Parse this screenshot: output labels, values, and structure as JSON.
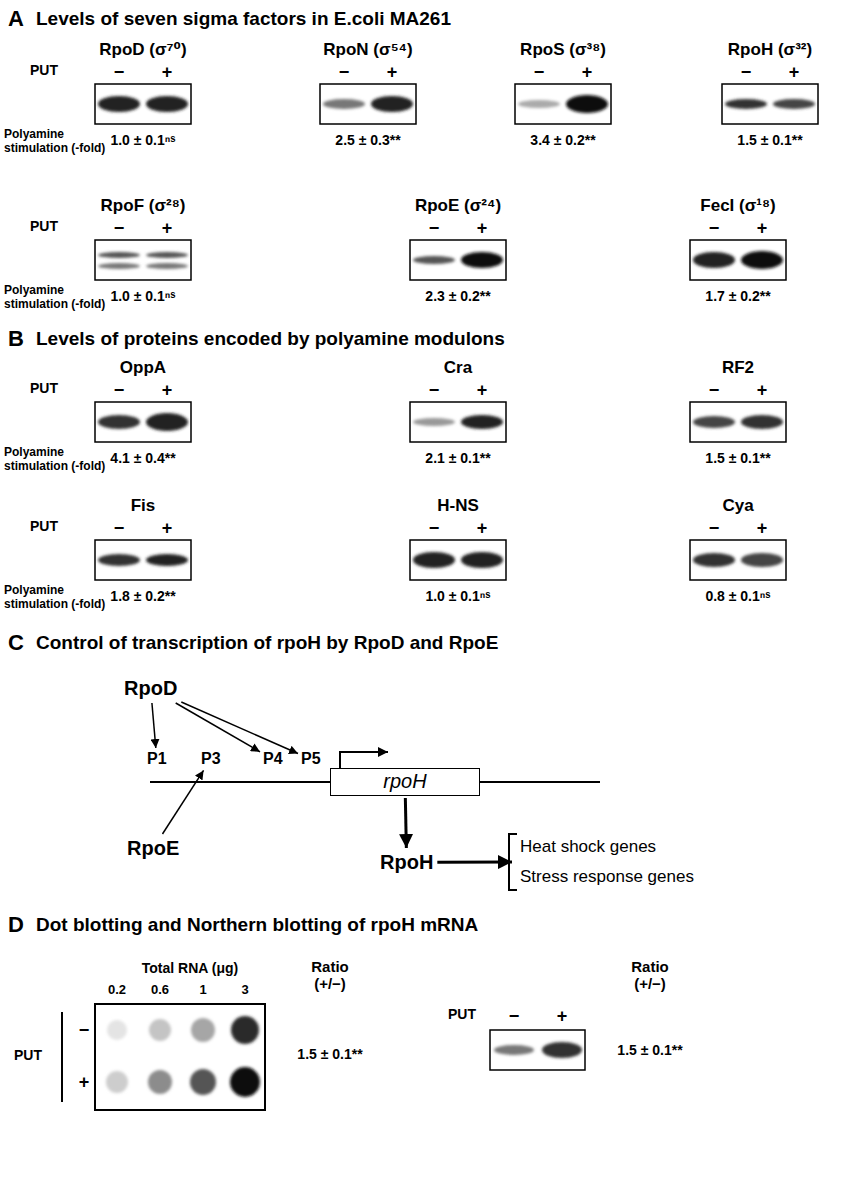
{
  "diagram": {
    "nodes": [
      {
        "text": [
          "RpoD"
        ]
      },
      {
        "text": [
          "P1"
        ]
      },
      {
        "text": [
          "P3"
        ]
      },
      {
        "text": [
          "P4"
        ]
      },
      {
        "text": [
          "P5"
        ]
      },
      {
        "text": [
          "rpoH"
        ]
      },
      {
        "text": [
          "RpoE"
        ]
      },
      {
        "text": [
          "RpoH"
        ]
      },
      {
        "text": [
          "Heat shock genes",
          "Stress response genes"
        ]
      }
    ],
    "edges": [
      {
        "from": 0,
        "to": 1,
        "arrow": "to"
      },
      {
        "from": 0,
        "to": 3,
        "arrow": "to"
      },
      {
        "from": 0,
        "to": 4,
        "arrow": "to"
      },
      {
        "from": 6,
        "to": 2,
        "arrow": "to"
      },
      {
        "from": 5,
        "to": 7,
        "arrow": "to"
      },
      {
        "from": 7,
        "to": 8,
        "arrow": "to"
      }
    ],
    "labels": [
      "A",
      "Levels of seven sigma factors in E.coli MA261",
      "RpoD (σ⁷⁰)",
      "−",
      "+",
      "1.0 ± 0.1ⁿˢ",
      "RpoN (σ⁵⁴)",
      "−",
      "+",
      "2.5 ± 0.3**",
      "RpoS (σ³⁸)",
      "−",
      "+",
      "3.4 ± 0.2**",
      "RpoH (σ³²)",
      "−",
      "+",
      "1.5 ± 0.1**",
      "PUT",
      "Polyamine stimulation (-fold)",
      "RpoF (σ²⁸)",
      "−",
      "+",
      "1.0 ± 0.1ⁿˢ",
      "RpoE (σ²⁴)",
      "−",
      "+",
      "2.3 ± 0.2**",
      "FecI (σ¹⁸)",
      "−",
      "+",
      "1.7 ± 0.2**",
      "PUT",
      "Polyamine stimulation (-fold)",
      "B",
      "Levels of proteins encoded by polyamine modulons",
      "OppA",
      "−",
      "+",
      "4.1 ± 0.4**",
      "Cra",
      "−",
      "+",
      "2.1 ± 0.1**",
      "RF2",
      "−",
      "+",
      "1.5 ± 0.1**",
      "PUT",
      "Polyamine stimulation (-fold)",
      "Fis",
      "−",
      "+",
      "1.8 ± 0.2**",
      "H-NS",
      "−",
      "+",
      "1.0 ± 0.1ⁿˢ",
      "Cya",
      "−",
      "+",
      "0.8 ± 0.1ⁿˢ",
      "PUT",
      "Polyamine stimulation (-fold)",
      "C",
      "Control of transcription of rpoH by RpoD and RpoE",
      "D",
      "Dot blotting and Northern blotting of rpoH mRNA",
      "Total RNA (μg)",
      "0.2",
      "0.6",
      "1",
      "3",
      "PUT",
      "−",
      "+",
      "Ratio (+/−)",
      "1.5 ± 0.1**",
      "PUT",
      "−",
      "+",
      "Ratio (+/−)",
      "1.5 ± 0.1**"
    ]
  }
}
